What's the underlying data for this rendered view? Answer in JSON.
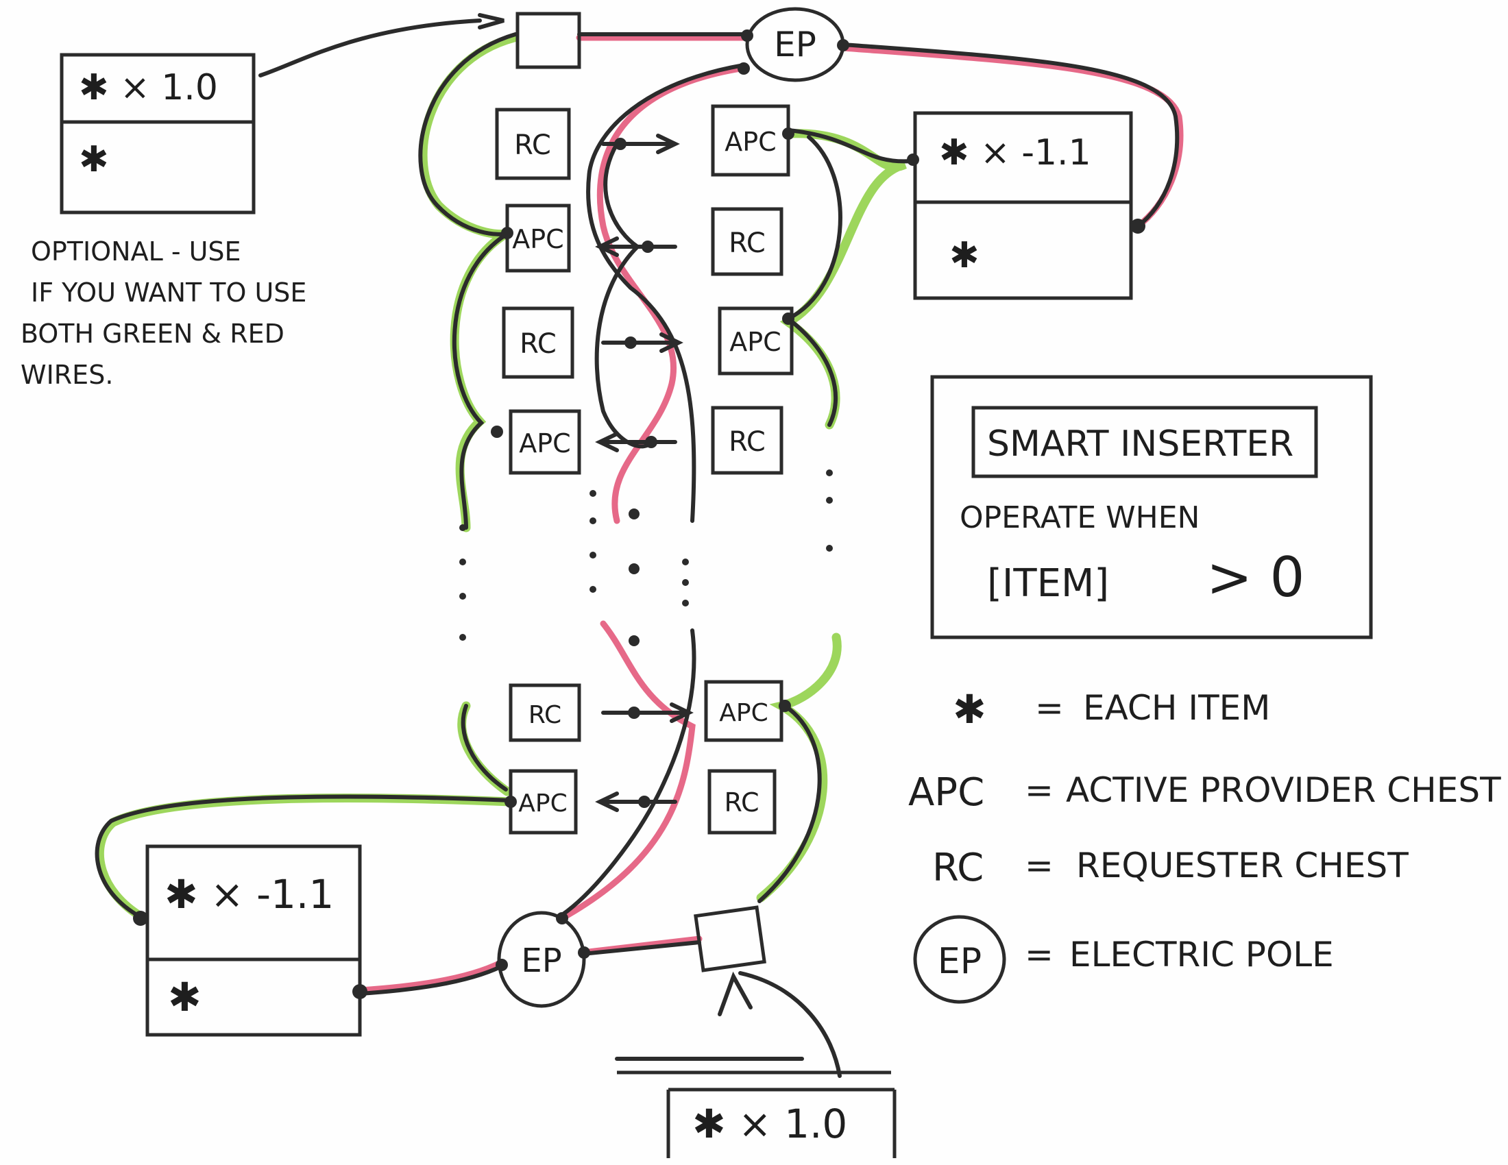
{
  "combinators": {
    "top_left": {
      "top": "✱ × 1.0",
      "bottom": "✱"
    },
    "top_right": {
      "top": "✱ × -1.1",
      "bottom": "✱"
    },
    "bottom_left": {
      "top": "✱ × -1.1",
      "bottom": "✱"
    },
    "bottom_mid": {
      "top": "✱ × 1.0"
    }
  },
  "poles": {
    "top": "EP",
    "bottom": "EP"
  },
  "chests": {
    "left": [
      "RC",
      "APC",
      "RC",
      "APC",
      "RC",
      "APC"
    ],
    "right": [
      "APC",
      "RC",
      "APC",
      "RC",
      "APC",
      "RC"
    ]
  },
  "note": {
    "lines": [
      "OPTIONAL - USE",
      "IF YOU WANT TO USE",
      "BOTH GREEN & RED",
      "WIRES."
    ]
  },
  "inserter_box": {
    "title": "SMART INSERTER",
    "line1": "OPERATE WHEN",
    "item": "[ITEM]",
    "condition": "> 0"
  },
  "legend": [
    {
      "key": "✱",
      "value": "EACH ITEM"
    },
    {
      "key": "APC",
      "value": "ACTIVE PROVIDER CHEST"
    },
    {
      "key": "RC",
      "value": "REQUESTER CHEST"
    },
    {
      "key": "EP",
      "value": "ELECTRIC POLE"
    }
  ],
  "colors": {
    "ink": "#2b2b2b",
    "green_wire": "#8ccf3f",
    "red_wire": "#e0446a"
  }
}
